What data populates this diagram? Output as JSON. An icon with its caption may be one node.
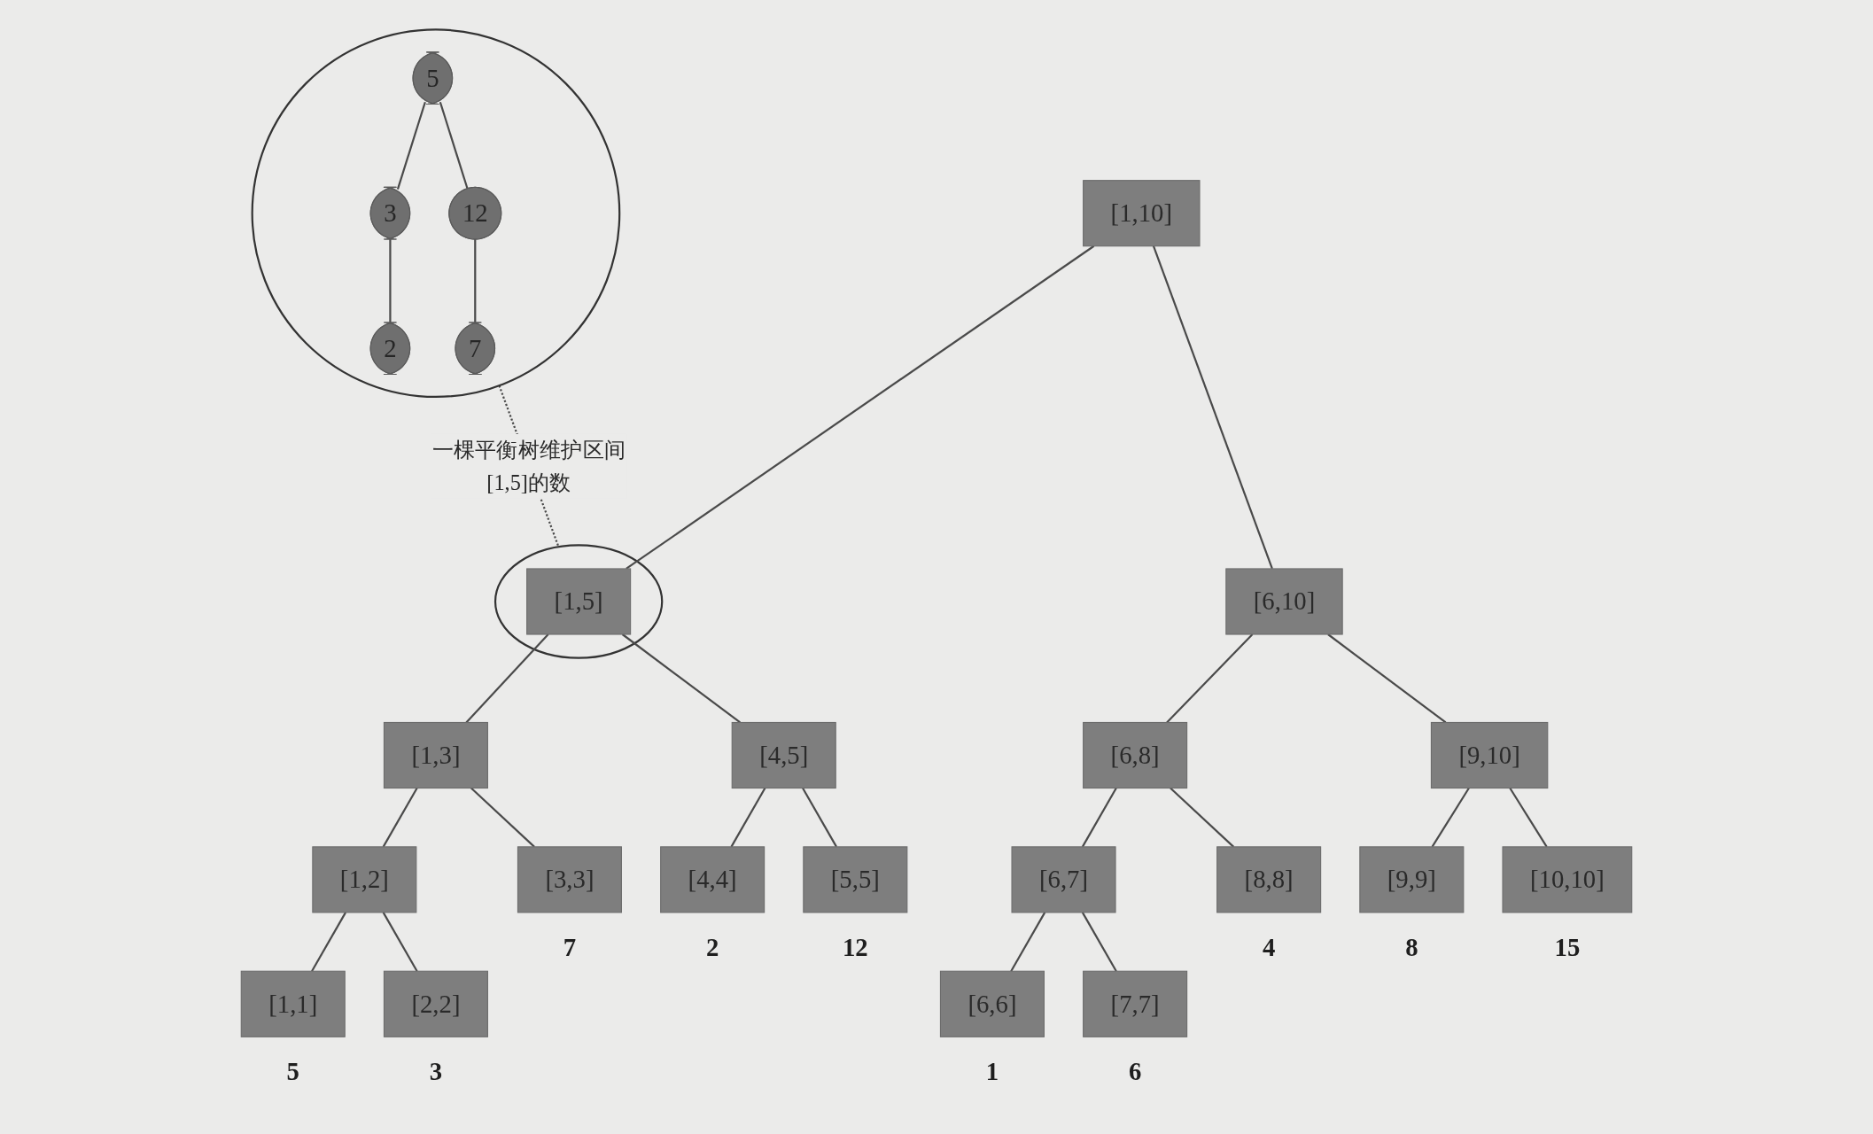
{
  "diagram": {
    "nodes": [
      {
        "text": [
          "[1,10]"
        ]
      },
      {
        "text": [],
        "shape": "circle"
      },
      {
        "text": [
          "5"
        ],
        "in": 1
      },
      {
        "text": [
          "3"
        ],
        "in": 1
      },
      {
        "text": [
          "12"
        ],
        "in": 1
      },
      {
        "text": [
          "2"
        ],
        "in": 1
      },
      {
        "text": [
          "7"
        ],
        "in": 1
      },
      {
        "text": [],
        "shape": "ellipse"
      },
      {
        "text": [
          "[1,5]"
        ],
        "in": 7
      },
      {
        "text": [
          "[6,10]"
        ]
      },
      {
        "text": [
          "[1,3]"
        ]
      },
      {
        "text": [
          "[4,5]"
        ]
      },
      {
        "text": [
          "[6,8]"
        ]
      },
      {
        "text": [
          "[9,10]"
        ]
      },
      {
        "text": [
          "[1,2]"
        ]
      },
      {
        "text": [
          "[3,3]"
        ],
        "beside": [
          "7"
        ]
      },
      {
        "text": [
          "[4,4]"
        ],
        "beside": [
          "2"
        ]
      },
      {
        "text": [
          "[5,5]"
        ],
        "beside": [
          "12"
        ]
      },
      {
        "text": [
          "[6,7]"
        ]
      },
      {
        "text": [
          "[8,8]"
        ],
        "beside": [
          "4"
        ]
      },
      {
        "text": [
          "[9,9]"
        ],
        "beside": [
          "8"
        ]
      },
      {
        "text": [
          "[10,10]"
        ],
        "beside": [
          "15"
        ]
      },
      {
        "text": [
          "[1,1]"
        ],
        "beside": [
          "5"
        ]
      },
      {
        "text": [
          "[2,2]"
        ],
        "beside": [
          "3"
        ]
      },
      {
        "text": [
          "[6,6]"
        ],
        "beside": [
          "1"
        ]
      },
      {
        "text": [
          "[7,7]"
        ],
        "beside": [
          "6"
        ]
      }
    ],
    "edges": [
      {
        "from": 1,
        "to": 7,
        "arrow": "none",
        "style": "dashed",
        "label": "一棵平衡树维护区间[1,5]的数"
      },
      {
        "from": 2,
        "to": 3,
        "arrow": "none"
      },
      {
        "from": 2,
        "to": 4,
        "arrow": "none"
      },
      {
        "from": 3,
        "to": 5,
        "arrow": "none"
      },
      {
        "from": 4,
        "to": 6,
        "arrow": "none"
      },
      {
        "from": 0,
        "to": 8,
        "arrow": "none"
      },
      {
        "from": 0,
        "to": 9,
        "arrow": "none"
      },
      {
        "from": 8,
        "to": 10,
        "arrow": "none"
      },
      {
        "from": 8,
        "to": 11,
        "arrow": "none"
      },
      {
        "from": 9,
        "to": 12,
        "arrow": "none"
      },
      {
        "from": 9,
        "to": 13,
        "arrow": "none"
      },
      {
        "from": 10,
        "to": 14,
        "arrow": "none"
      },
      {
        "from": 10,
        "to": 15,
        "arrow": "none"
      },
      {
        "from": 11,
        "to": 16,
        "arrow": "none"
      },
      {
        "from": 11,
        "to": 17,
        "arrow": "none"
      },
      {
        "from": 12,
        "to": 18,
        "arrow": "none"
      },
      {
        "from": 12,
        "to": 19,
        "arrow": "none"
      },
      {
        "from": 13,
        "to": 20,
        "arrow": "none"
      },
      {
        "from": 13,
        "to": 21,
        "arrow": "none"
      },
      {
        "from": 14,
        "to": 22,
        "arrow": "none"
      },
      {
        "from": 14,
        "to": 23,
        "arrow": "none"
      },
      {
        "from": 18,
        "to": 24,
        "arrow": "none"
      },
      {
        "from": 18,
        "to": 25,
        "arrow": "none"
      }
    ]
  }
}
